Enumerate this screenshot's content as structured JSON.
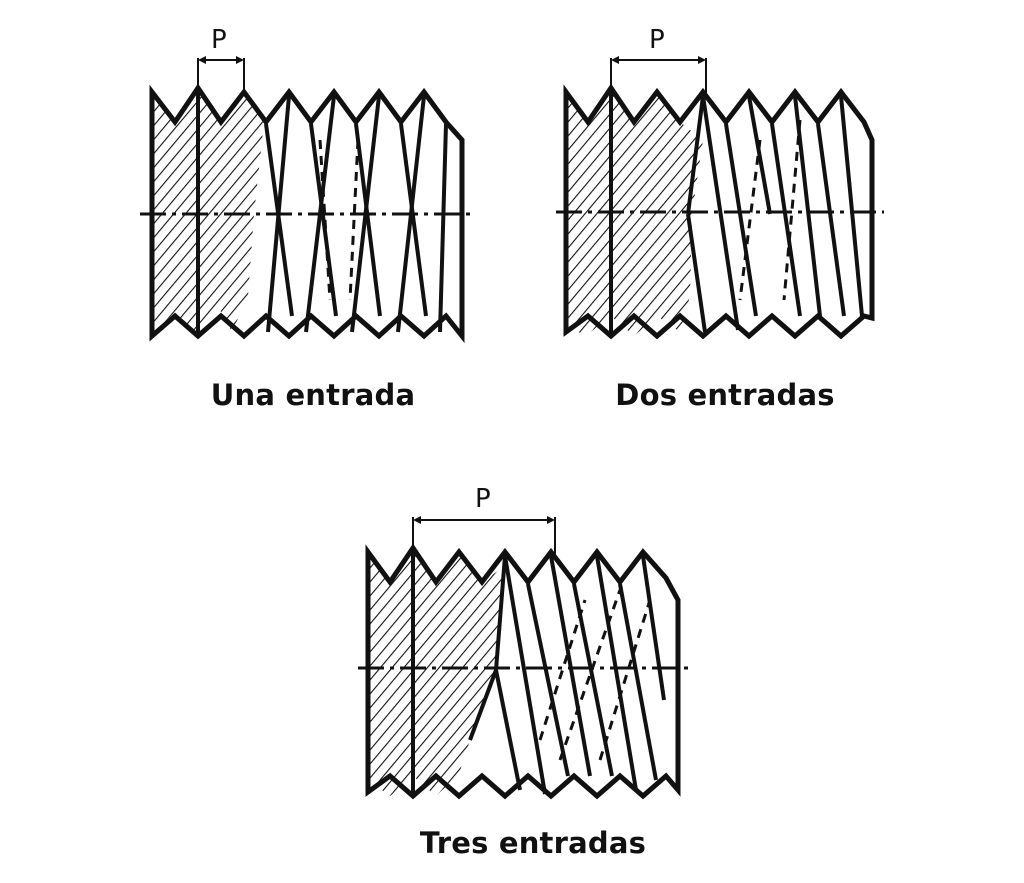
{
  "colors": {
    "ink": "#111111",
    "background": "#ffffff"
  },
  "pitch_label": "P",
  "diagrams": [
    {
      "caption": "Una entrada"
    },
    {
      "caption": "Dos entradas"
    },
    {
      "caption": "Tres entradas"
    }
  ]
}
